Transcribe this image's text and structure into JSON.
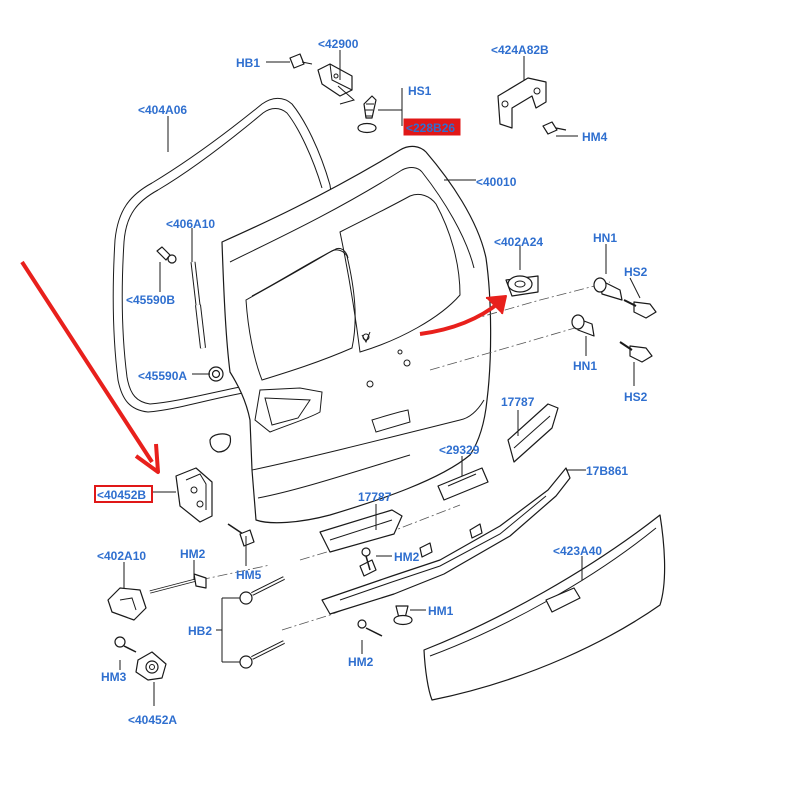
{
  "labels": {
    "hb1": "HB1",
    "c42900": "<42900",
    "c424a82b": "<424A82B",
    "c404a06": "<404A06",
    "hs1": "HS1",
    "c228b26": "<228B26",
    "hm4": "HM4",
    "c40010": "<40010",
    "c406a10": "<406A10",
    "c402a24": "<402A24",
    "hn1_top": "HN1",
    "hs2_top": "HS2",
    "c45590b": "<45590B",
    "hn1_bottom": "HN1",
    "c45590a": "<45590A",
    "hs2_bottom": "HS2",
    "p17787_right": "17787",
    "c29329": "<29329",
    "p17b861": "17B861",
    "c40452b": "<40452B",
    "p17787_left": "17787",
    "c402a10": "<402A10",
    "hm2_left": "HM2",
    "hm2_mid": "HM2",
    "c423a40": "<423A40",
    "hm5": "HM5",
    "hm1": "HM1",
    "hb2": "HB2",
    "hm2_bottom": "HM2",
    "hm3": "HM3",
    "c40452a": "<40452A"
  },
  "highlights": {
    "arrow_color": "#e8201c",
    "box_color": "#e01818",
    "label_color": "#2f6fcf",
    "highlighted_fill_color": "#e01818"
  }
}
